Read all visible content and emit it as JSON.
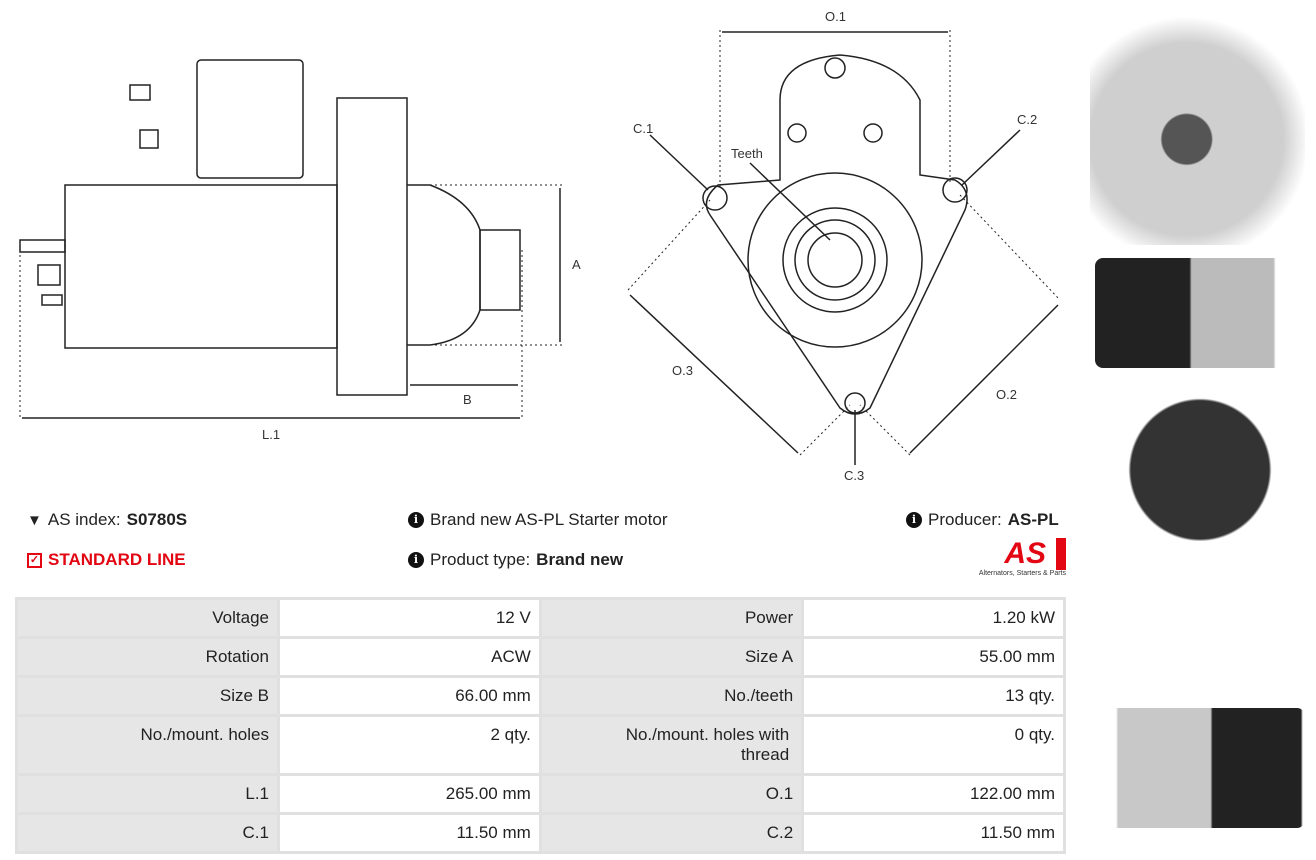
{
  "diagram_side": {
    "label_a": "A",
    "label_b": "B",
    "label_l1": "L.1"
  },
  "diagram_front": {
    "label_o1": "O.1",
    "label_o2": "O.2",
    "label_o3": "O.3",
    "label_c1": "C.1",
    "label_c2": "C.2",
    "label_c3": "C.3",
    "label_teeth": "Teeth"
  },
  "info": {
    "as_index_label": "AS index:",
    "as_index_value": "S0780S",
    "line": "STANDARD LINE",
    "description": "Brand new AS-PL Starter motor",
    "product_type_label": "Product type:",
    "product_type_value": "Brand new",
    "producer_label": "Producer:",
    "producer_value": "AS-PL"
  },
  "logo": {
    "text": "AS",
    "tagline": "Alternators, Starters & Parts"
  },
  "specs": [
    [
      {
        "k": "Voltage",
        "v": "12 V"
      },
      {
        "k": "Power",
        "v": "1.20 kW"
      }
    ],
    [
      {
        "k": "Rotation",
        "v": "ACW"
      },
      {
        "k": "Size A",
        "v": "55.00 mm"
      }
    ],
    [
      {
        "k": "Size B",
        "v": "66.00 mm"
      },
      {
        "k": "No./teeth",
        "v": "13 qty."
      }
    ],
    [
      {
        "k": "No./mount. holes",
        "v": "2 qty."
      },
      {
        "k": "No./mount. holes with thread",
        "v": "0 qty."
      }
    ],
    [
      {
        "k": "L.1",
        "v": "265.00 mm"
      },
      {
        "k": "O.1",
        "v": "122.00 mm"
      }
    ],
    [
      {
        "k": "C.1",
        "v": "11.50 mm"
      },
      {
        "k": "C.2",
        "v": "11.50 mm"
      }
    ]
  ],
  "colors": {
    "accent": "#e30613"
  }
}
